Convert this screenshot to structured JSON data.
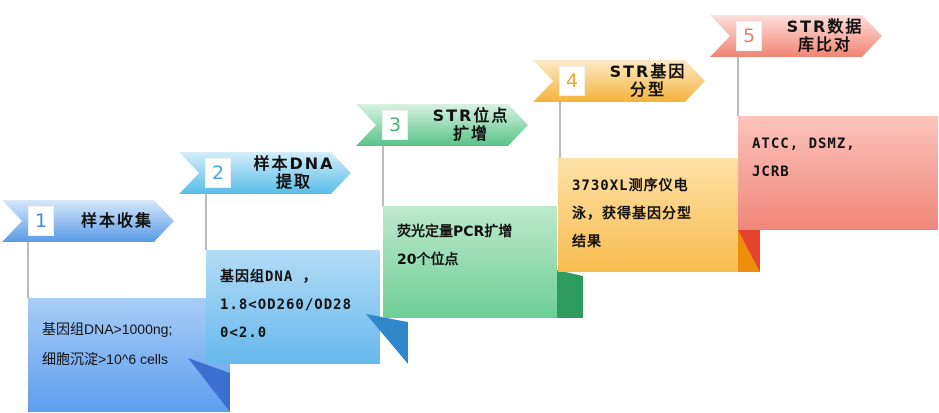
{
  "steps": [
    {
      "number": "1",
      "title_line1": "样本收集",
      "title_line2": "",
      "body_lines": [
        "基因组DNA>1000ng;",
        "细胞沉淀>10^6 cells"
      ],
      "colors": {
        "ribbon_light": "#d6e8fb",
        "ribbon_dark": "#5a9be6",
        "face_light": "#a8cdf6",
        "face_dark": "#5f9eee",
        "fold": "#3b6fd0",
        "num": "#4a86d8"
      }
    },
    {
      "number": "2",
      "title_line1": "样本DNA",
      "title_line2": "提取",
      "body_lines": [
        "基因组DNA ，",
        "1.8<OD260/OD28",
        "0<2.0"
      ],
      "colors": {
        "ribbon_light": "#d5eefb",
        "ribbon_dark": "#57bde8",
        "face_light": "#b4dcf6",
        "face_dark": "#66b8ec",
        "fold": "#2f86c8",
        "num": "#46a9de"
      }
    },
    {
      "number": "3",
      "title_line1": "STR位点",
      "title_line2": "扩增",
      "body_lines": [
        "荧光定量PCR扩增",
        "20个位点"
      ],
      "colors": {
        "ribbon_light": "#d9f3e2",
        "ribbon_dark": "#57c389",
        "face_light": "#bfe9cd",
        "face_dark": "#6dcf95",
        "fold": "#2e9c5c",
        "num": "#45b87b"
      }
    },
    {
      "number": "4",
      "title_line1": "STR基因",
      "title_line2": "分型",
      "body_lines": [
        "3730XL测序仪电",
        "泳，获得基因分型",
        "结果"
      ],
      "colors": {
        "ribbon_light": "#fdebc8",
        "ribbon_dark": "#f4b33c",
        "face_light": "#fde2a8",
        "face_dark": "#f8bc4e",
        "fold": "#ee8c0c",
        "num": "#f2a52a"
      }
    },
    {
      "number": "5",
      "title_line1": "STR数据",
      "title_line2": "库比对",
      "body_lines": [
        "ATCC, DSMZ,",
        "JCRB"
      ],
      "colors": {
        "ribbon_light": "#fde0dc",
        "ribbon_dark": "#f18474",
        "face_light": "#fbc4bc",
        "face_dark": "#f0867a",
        "fold": "#e4442e",
        "num": "#ee7b6a"
      }
    }
  ]
}
